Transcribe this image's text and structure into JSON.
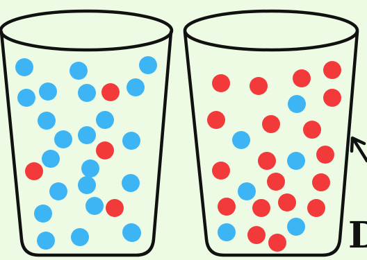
{
  "colors": {
    "background": "#eefbe4",
    "outline": "#111111",
    "blue_particle": "#3db5f5",
    "red_particle": "#f23a3a"
  },
  "cups": [
    {
      "name": "left-cup",
      "particles": [
        {
          "color": "blue"
        },
        {
          "color": "blue"
        },
        {
          "color": "blue"
        },
        {
          "color": "blue"
        },
        {
          "color": "blue"
        },
        {
          "color": "blue"
        },
        {
          "color": "red"
        },
        {
          "color": "blue"
        },
        {
          "color": "blue"
        },
        {
          "color": "blue"
        },
        {
          "color": "blue"
        },
        {
          "color": "blue"
        },
        {
          "color": "blue"
        },
        {
          "color": "blue"
        },
        {
          "color": "red"
        },
        {
          "color": "red"
        },
        {
          "color": "blue"
        },
        {
          "color": "blue"
        },
        {
          "color": "blue"
        },
        {
          "color": "blue"
        },
        {
          "color": "blue"
        },
        {
          "color": "blue"
        },
        {
          "color": "blue"
        },
        {
          "color": "red"
        },
        {
          "color": "blue"
        },
        {
          "color": "blue"
        },
        {
          "color": "blue"
        }
      ]
    },
    {
      "name": "right-cup",
      "particles": [
        {
          "color": "red"
        },
        {
          "color": "red"
        },
        {
          "color": "red"
        },
        {
          "color": "red"
        },
        {
          "color": "blue"
        },
        {
          "color": "red"
        },
        {
          "color": "red"
        },
        {
          "color": "red"
        },
        {
          "color": "red"
        },
        {
          "color": "blue"
        },
        {
          "color": "red"
        },
        {
          "color": "red"
        },
        {
          "color": "blue"
        },
        {
          "color": "red"
        },
        {
          "color": "blue"
        },
        {
          "color": "red"
        },
        {
          "color": "red"
        },
        {
          "color": "red"
        },
        {
          "color": "red"
        },
        {
          "color": "red"
        },
        {
          "color": "red"
        },
        {
          "color": "blue"
        },
        {
          "color": "red"
        },
        {
          "color": "blue"
        },
        {
          "color": "red"
        }
      ]
    }
  ],
  "label": {
    "text": "D",
    "arrow_icon": "arrow-pointing-left-up-icon"
  }
}
